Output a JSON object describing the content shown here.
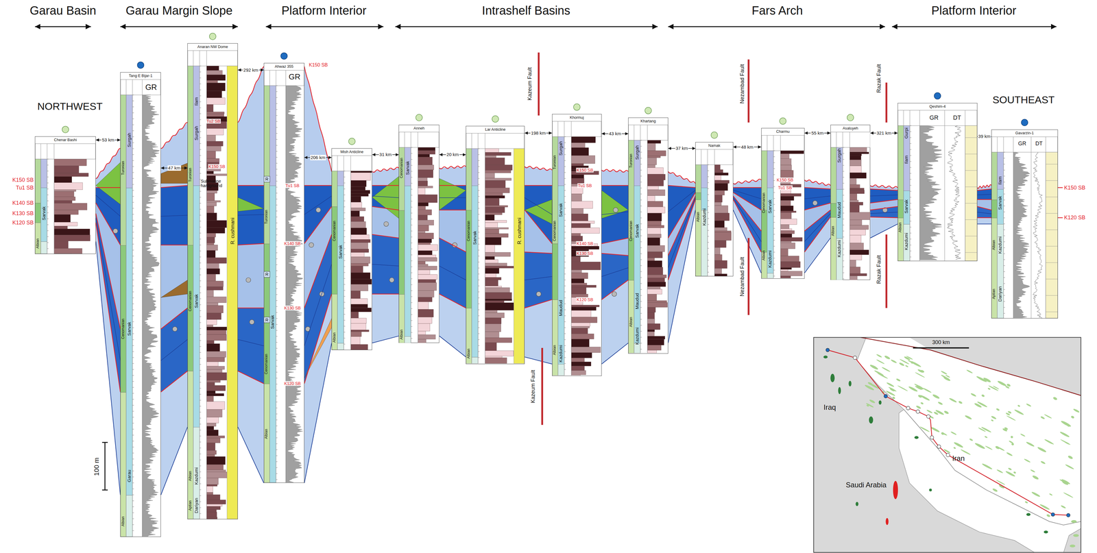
{
  "diagram": {
    "nodes": [
      {
        "text": [
          "Chenar Bashi"
        ]
      },
      {
        "text": [
          "Tang E Bijar-1"
        ]
      },
      {
        "text": [
          "Anaran NW Dome"
        ]
      },
      {
        "text": [
          "Ahwaz 355"
        ]
      },
      {
        "text": [
          "Mish Anticline"
        ]
      },
      {
        "text": [
          "Anneh"
        ]
      },
      {
        "text": [
          "Lar Anticline"
        ]
      },
      {
        "text": [
          "Khormuj"
        ]
      },
      {
        "text": [
          "Khartang"
        ]
      },
      {
        "text": [
          "Namak"
        ]
      },
      {
        "text": [
          "Charmu"
        ]
      },
      {
        "text": [
          "Asaluyeh"
        ]
      },
      {
        "text": [
          "Qeshim-4"
        ]
      },
      {
        "text": [
          "Gavarzin-1"
        ]
      }
    ],
    "edges": [
      {
        "from": 0,
        "to": 1,
        "label": "53 km",
        "arrow": "both"
      },
      {
        "from": 1,
        "to": 2,
        "label": "47 km",
        "arrow": "both"
      },
      {
        "from": 2,
        "to": 3,
        "label": "292 km",
        "arrow": "both"
      },
      {
        "from": 3,
        "to": 4,
        "label": "206 km",
        "arrow": "both"
      },
      {
        "from": 4,
        "to": 5,
        "label": "31 km",
        "arrow": "both"
      },
      {
        "from": 5,
        "to": 6,
        "label": "20 km",
        "arrow": "both"
      },
      {
        "from": 6,
        "to": 7,
        "label": "198 km",
        "arrow": "both"
      },
      {
        "from": 7,
        "to": 8,
        "label": "43 km",
        "arrow": "both"
      },
      {
        "from": 8,
        "to": 9,
        "label": "37 km",
        "arrow": "both"
      },
      {
        "from": 9,
        "to": 10,
        "label": "48 km",
        "arrow": "both"
      },
      {
        "from": 10,
        "to": 11,
        "label": "55 km",
        "arrow": "both"
      },
      {
        "from": 11,
        "to": 12,
        "label": "321 km",
        "arrow": "both"
      },
      {
        "from": 12,
        "to": 13,
        "label": "39 km",
        "arrow": "both"
      }
    ],
    "labels": [
      "Garau Basin",
      "Garau Margin Slope",
      "Platform Interior",
      "Intrashelf Basins",
      "Fars Arch",
      "Platform Interior",
      "NORTHWEST",
      "SOUTHEAST",
      "K150 SB",
      "Tu1 SB",
      "K140 SB",
      "K130 SB",
      "K120 SB",
      "K150 SB",
      "K120 SB",
      "Kazeum Fault",
      "Kazeum Fault",
      "Nezambad Fault",
      "Nezambad Fault",
      "Razak Fault",
      "Razak Fault",
      "100 m",
      "300 km",
      "Iraq",
      "Iran",
      "Saudi Arabia",
      "Tu2 SB",
      "K150 SB",
      "K150 SB",
      "Tu1 SB",
      "K140 SB",
      "K130 SB",
      "K120 SB",
      "K150 SB",
      "Tu1 SB",
      "K140 SB",
      "K130 SB",
      "K120 SB",
      "K150 SB",
      "Tu1 SB",
      "Submarine hardground",
      "GR",
      "GR",
      "GR",
      "DT",
      "GR",
      "DT",
      "R",
      "R",
      "R",
      "Sarvak",
      "Albian",
      "Surgah",
      "Sarvak",
      "Garau",
      "Turonian",
      "Cenomanian",
      "Albian",
      "Ilam",
      "Surgah",
      "Sarvak",
      "Kazdumi",
      "Dariyan",
      "Turonian",
      "Cenomanian",
      "Albian",
      "Aptian",
      "R. cushmani",
      "Sarvak",
      "Turonian",
      "Cenomanian",
      "Albian",
      "Sarvak",
      "Cenomanian",
      "Albian",
      "Sarvak",
      "Cenomanian",
      "Albian",
      "Sarvak",
      "Cenomanian",
      "R. cushmani",
      "Albian",
      "Surgah",
      "Sarvak",
      "Maudud",
      "Kazdumi",
      "Turonian",
      "Cenomanian",
      "Albian",
      "Surgah",
      "Sarvak",
      "Maudud",
      "Kazdumi",
      "Turonian",
      "Cenomanian",
      "Albian",
      "Kazdumi",
      "Albian",
      "Sarvak",
      "Kazdumi",
      "Cenomanian",
      "Albian",
      "Surgah",
      "Maudud",
      "Kazdumi",
      "Albian",
      "Gurpi",
      "Ilam",
      "Sarvak",
      "Kazdumi",
      "Albian",
      "Ilam",
      "Sarvak",
      "Kazdumi",
      "Albian",
      "Dariyan",
      "Aptian"
    ]
  }
}
